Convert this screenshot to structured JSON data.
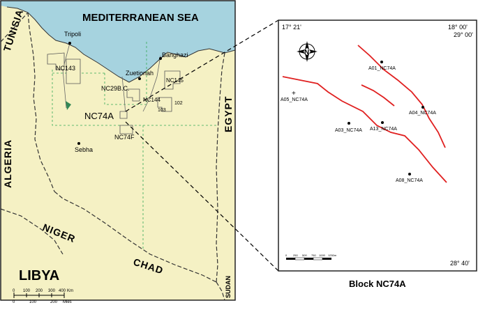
{
  "map": {
    "sea_label": "MEDITERRANEAN SEA",
    "countries": {
      "tunisia": "TUNISIA",
      "algeria": "ALGERIA",
      "egypt": "EGYPT",
      "niger": "NIGER",
      "chad": "CHAD",
      "sudan": "SUDAN",
      "libya": "LIBYA"
    },
    "cities": {
      "tripoli": "Tripoli",
      "banghazi": "Banghazi",
      "zuetionah": "Zuetionah",
      "sebha": "Sebha"
    },
    "blocks": {
      "nc143": "NC143",
      "nc29bc": "NC29B.C.",
      "nc144": "NC144",
      "nc145": "NC145",
      "b102": "102",
      "b103": "103",
      "nc74a": "NC74A",
      "nc74f": "NC74F"
    },
    "scale": {
      "km_ticks": [
        "0",
        "100",
        "200",
        "300",
        "400"
      ],
      "km_unit": "Km",
      "miles_ticks": [
        "0",
        "100",
        "200"
      ],
      "miles_unit": "Mles"
    },
    "colors": {
      "sea": "#a6d3df",
      "land": "#f5f1c4",
      "border": "#333333",
      "block_lines": "#33aa55"
    }
  },
  "inset": {
    "title": "Block NC74A",
    "coords": {
      "top_left": "17° 21'",
      "top_right_lon": "18° 00'",
      "top_right_lat": "29° 00'",
      "bottom_right": "28° 40'"
    },
    "north_icon": "north-arrow-icon",
    "wells": {
      "a01": "A01_NC74A",
      "a05": "A05_NC74A",
      "a04": "A04_NC74A",
      "a03": "A03_NC74A",
      "a13": "A13_NC74A",
      "a08": "A08_NC74A"
    },
    "scale_ticks": [
      "0",
      "250",
      "500",
      "750",
      "1000",
      "1250m"
    ],
    "fault_color": "#e02020"
  }
}
